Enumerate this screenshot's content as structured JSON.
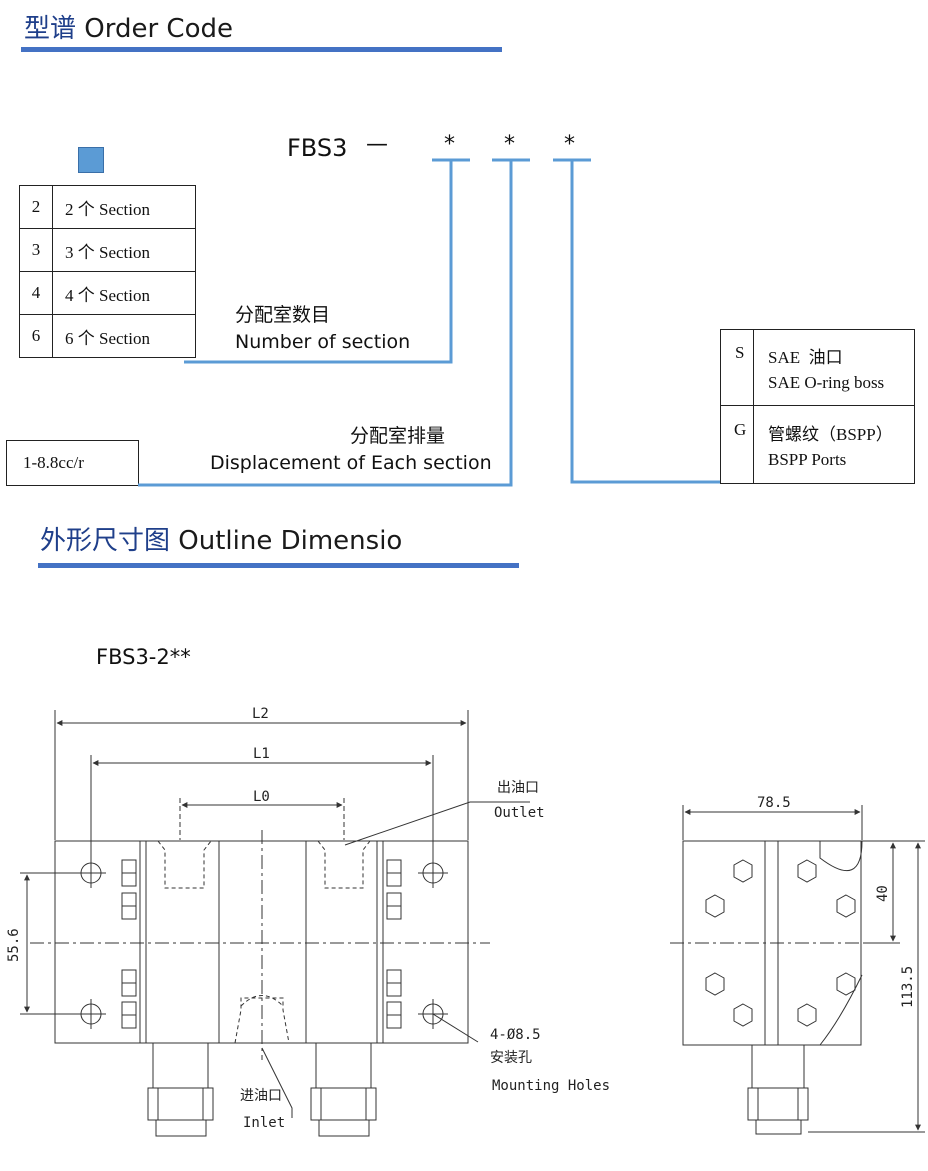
{
  "order_code": {
    "heading_cn": "型谱",
    "heading_en": "Order Code",
    "model": "FBS3",
    "dash": "—",
    "stars": [
      "*",
      "*",
      "*"
    ],
    "sections_table": [
      {
        "code": "2",
        "label": "2 个 Section"
      },
      {
        "code": "3",
        "label": "3 个 Section"
      },
      {
        "code": "4",
        "label": "4 个 Section"
      },
      {
        "code": "6",
        "label": "6 个 Section"
      }
    ],
    "number_of_section_cn": "分配室数目",
    "number_of_section_en": "Number of section",
    "displacement_cn": "分配室排量",
    "displacement_en": "Displacement of Each section",
    "displacement_value": "1-8.8cc/r",
    "ports_table": [
      {
        "code": "S",
        "line1": "SAE  油口",
        "line2": "SAE O-ring boss"
      },
      {
        "code": "G",
        "line1": "管螺纹（BSPP）",
        "line2": "BSPP Ports"
      }
    ],
    "colors": {
      "accent": "#4472c4",
      "leader": "#5b9bd5",
      "square": "#5b9bd5"
    }
  },
  "outline": {
    "heading_cn": "外形尺寸图",
    "heading_en": "Outline Dimensio",
    "model_label": "FBS3-2**",
    "dims": {
      "L2": "L2",
      "L1": "L1",
      "L0": "L0",
      "h55": "55.6",
      "w78": "78.5",
      "h40": "40",
      "h113": "113.5"
    },
    "outlet_cn": "出油口",
    "outlet_en": "Outlet",
    "inlet_cn": "进油口",
    "inlet_en": "Inlet",
    "holes_spec": "4-Ø8.5",
    "holes_cn": "安装孔",
    "holes_en": "Mounting Holes"
  }
}
